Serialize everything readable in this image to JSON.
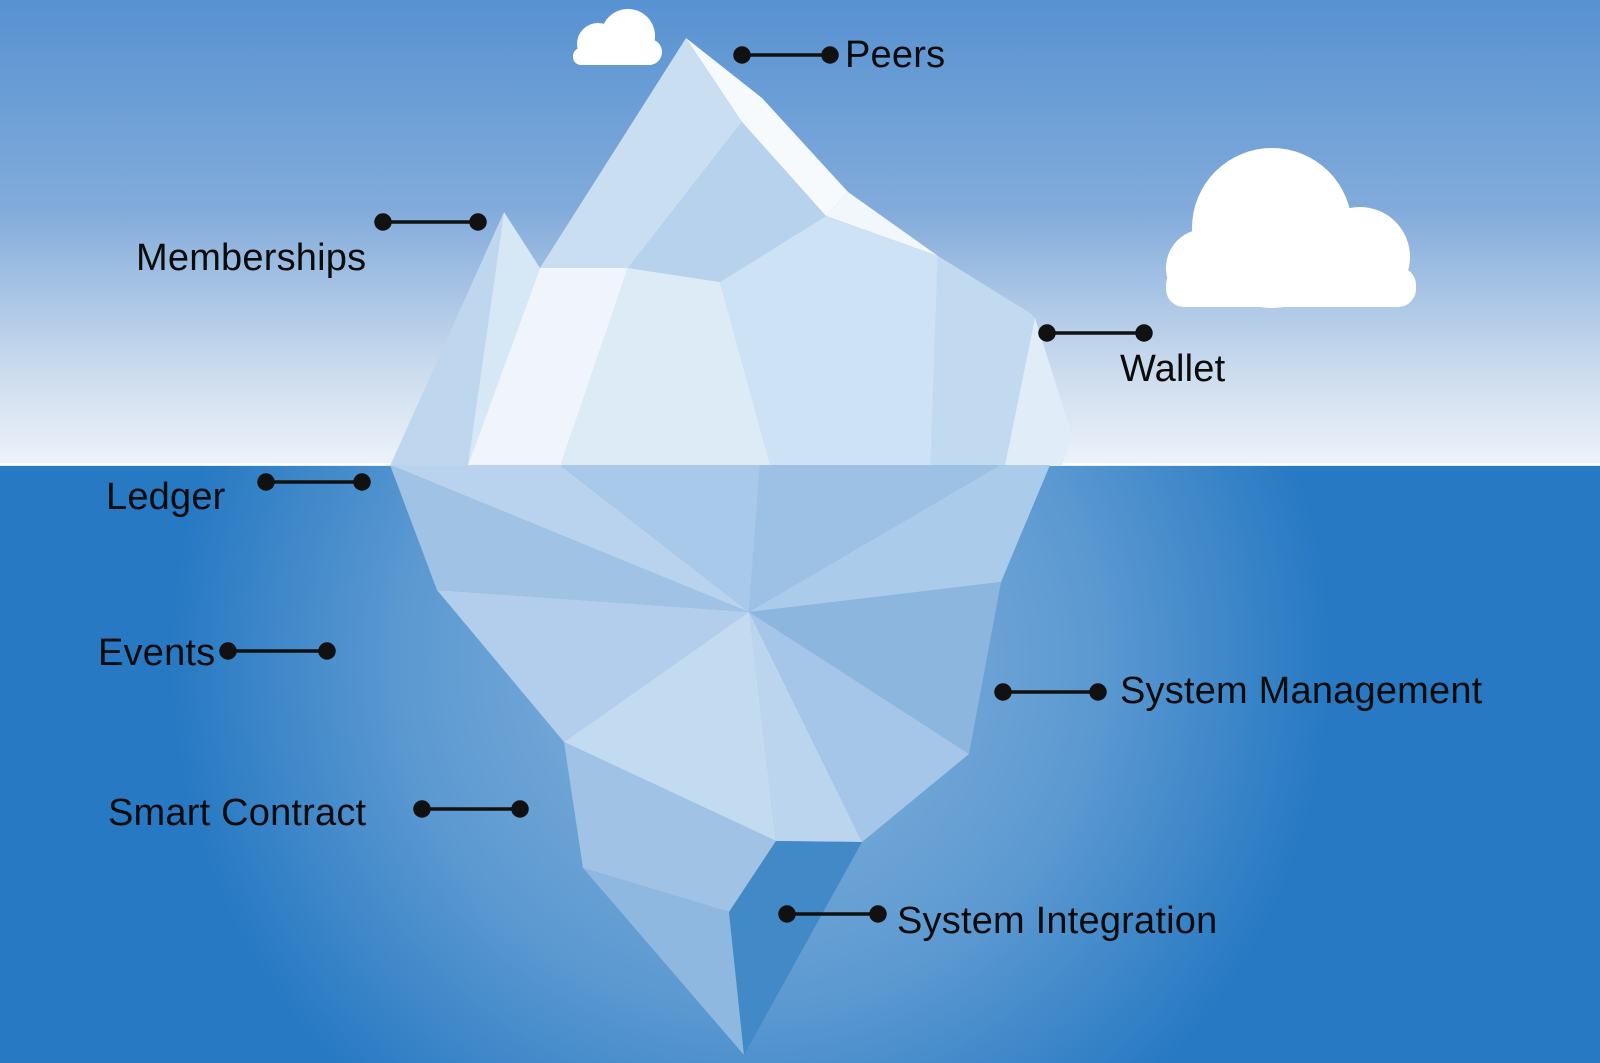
{
  "diagram": {
    "kind": "iceberg-callout-diagram",
    "labels": {
      "peers": "Peers",
      "memberships": "Memberships",
      "wallet": "Wallet",
      "ledger": "Ledger",
      "events": "Events",
      "system_management": "System Management",
      "smart_contract": "Smart Contract",
      "system_integration": "System Integration"
    },
    "above_water_labels": [
      "Peers",
      "Memberships",
      "Wallet"
    ],
    "below_water_labels": [
      "Ledger",
      "Events",
      "System Management",
      "Smart Contract",
      "System Integration"
    ],
    "colors": {
      "sky_top": "#5792d1",
      "sky_mid": "#82abdb",
      "sky_low": "#ccdcee",
      "sky_bottom": "#edf3fa",
      "water": "#2779c3",
      "water_glow": "#9cc0e2",
      "iceberg_bright": "#f7fafd",
      "iceberg_light": "#dcebf6",
      "iceberg_mid": "#c2daf0",
      "iceberg_underwater": "#a8c9e9",
      "iceberg_dark_facet": "#4289c7",
      "cloud": "#ffffff",
      "connector": "#111111",
      "label_text": "#0b0b0b"
    }
  }
}
